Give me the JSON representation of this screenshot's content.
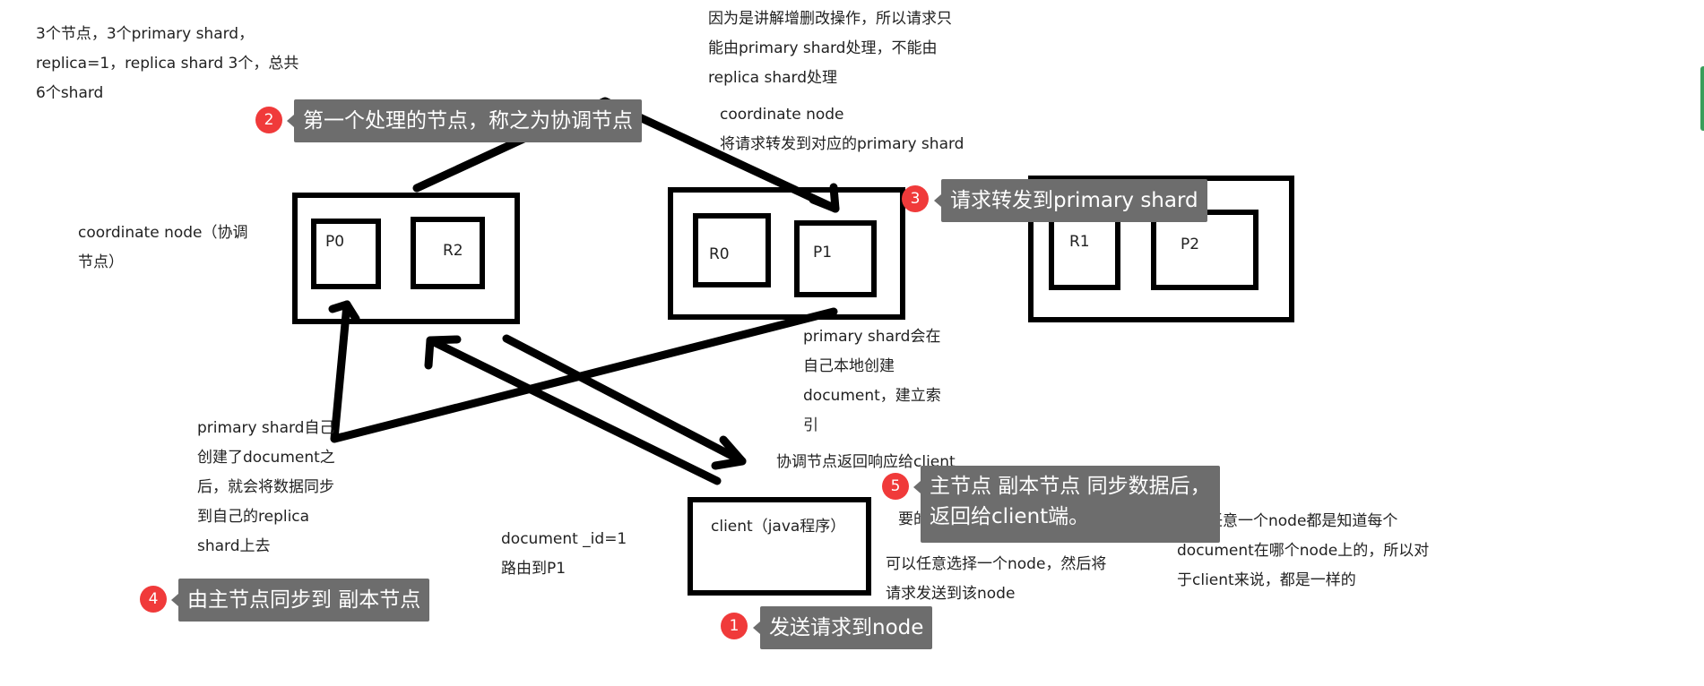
{
  "notes": {
    "cluster_info": "3个节点，3个primary shard，\nreplica=1，replica shard 3个，总共\n6个shard",
    "crud_only": "因为是讲解增删改操作，所以请求只\n能由primary shard处理，不能由\nreplica shard处理",
    "forward_to_primary": "coordinate node\n将请求转发到对应的primary shard",
    "coordinate_node": "coordinate node（协调\n节点）",
    "primary_creates_doc": "primary shard会在\n自己本地创建\ndocument，建立索\n引",
    "primary_sync_replica": "primary shard自己\n创建了document之\n后，就会将数据同步\n到自己的replica\nshard上去",
    "coordinator_responds": "协调节点返回响应给client",
    "behind_callout": "要的",
    "routing": "document _id=1\n路由到P1",
    "any_node": "可以任意选择一个node，然后将\n请求发送到该node",
    "every_node_knows": "因为任意一个node都是知道每个\ndocument在哪个node上的，所以对\n于client来说，都是一样的"
  },
  "nodes": [
    {
      "id": "node1",
      "shards": [
        "P0",
        "R2"
      ]
    },
    {
      "id": "node2",
      "shards": [
        "R0",
        "P1"
      ]
    },
    {
      "id": "node3",
      "shards": [
        "R1",
        "P2"
      ]
    }
  ],
  "client": {
    "label": "client（java程序）"
  },
  "callouts": [
    {
      "number": "1",
      "text": "发送请求到node"
    },
    {
      "number": "2",
      "text": "第一个处理的节点，称之为协调节点"
    },
    {
      "number": "3",
      "text": "请求转发到primary shard"
    },
    {
      "number": "4",
      "text": "由主节点同步到 副本节点"
    },
    {
      "number": "5",
      "text": "主节点 副本节点 同步数据后，\n返回给client端。"
    }
  ],
  "colors": {
    "callout_bg": "#6d6d6d",
    "badge": "#f03a3a",
    "ink": "#000000"
  }
}
